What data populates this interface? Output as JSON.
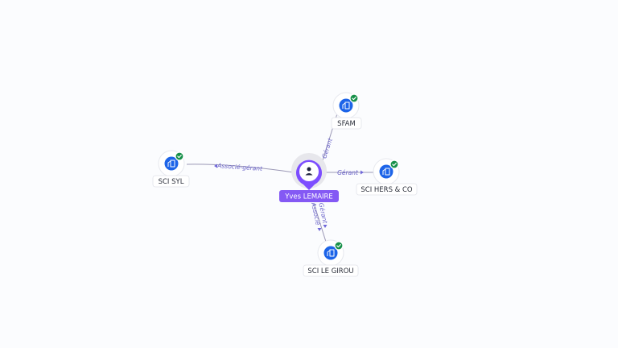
{
  "person": {
    "name": "Yves LEMAIRE",
    "icon": "person-icon",
    "color": "#7c4dff"
  },
  "companies": [
    {
      "id": "sfam",
      "name": "SFAM",
      "icon": "building-icon",
      "verified": true
    },
    {
      "id": "sci-syl",
      "name": "SCI SYL",
      "icon": "building-icon",
      "verified": true
    },
    {
      "id": "sci-hers-co",
      "name": "SCI HERS & CO",
      "icon": "building-icon",
      "verified": true
    },
    {
      "id": "sci-le-girou",
      "name": "SCI LE GIROU",
      "icon": "building-icon",
      "verified": true
    }
  ],
  "relations": [
    {
      "to": "sfam",
      "labels": [
        "Gérant"
      ]
    },
    {
      "to": "sci-syl",
      "labels": [
        "Associé-gérant"
      ]
    },
    {
      "to": "sci-hers-co",
      "labels": [
        "Gérant"
      ]
    },
    {
      "to": "sci-le-girou",
      "labels": [
        "Gérant",
        "Associé"
      ]
    }
  ],
  "colors": {
    "company": "#1d64e8",
    "verified": "#17904a",
    "edge_label": "#6a63c9",
    "background": "#fbfcfe"
  }
}
